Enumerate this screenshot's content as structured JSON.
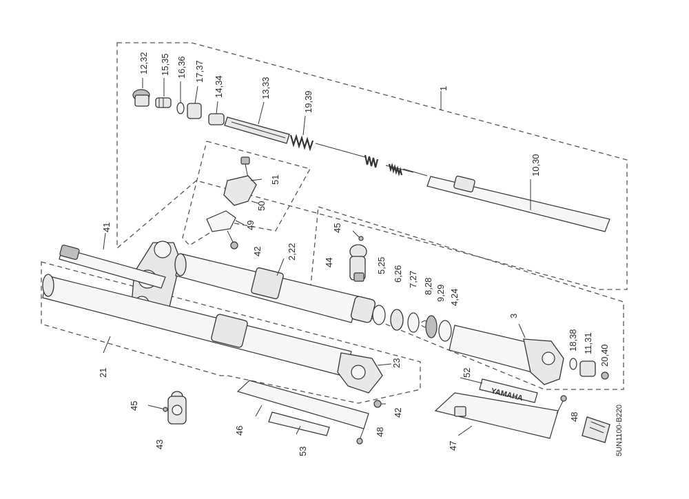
{
  "diagram_code": "5UN1100-B220",
  "labels": {
    "l1": "1",
    "l3": "3",
    "l41": "41",
    "l21": "21",
    "l2_22": "2,22",
    "l5_25": "5,25",
    "l6_26": "6,26",
    "l7_27": "7,27",
    "l8_28": "8,28",
    "l9_29": "9,29",
    "l4_24": "4,24",
    "l10_30": "10,30",
    "l12_32": "12,32",
    "l15_35": "15,35",
    "l16_36": "16,36",
    "l17_37": "17,37",
    "l14_34": "14,34",
    "l13_33": "13,33",
    "l19_39": "19,39",
    "l18_38": "18,38",
    "l11_31": "11,31",
    "l20_40": "20,40",
    "l23": "23",
    "l42a": "42",
    "l42b": "42",
    "l44": "44",
    "l45a": "45",
    "l45b": "45",
    "l43": "43",
    "l46": "46",
    "l47": "47",
    "l48a": "48",
    "l48b": "48",
    "l49": "49",
    "l50": "50",
    "l51": "51",
    "l52": "52",
    "l53": "53"
  },
  "decal_text": "YAMAHA"
}
